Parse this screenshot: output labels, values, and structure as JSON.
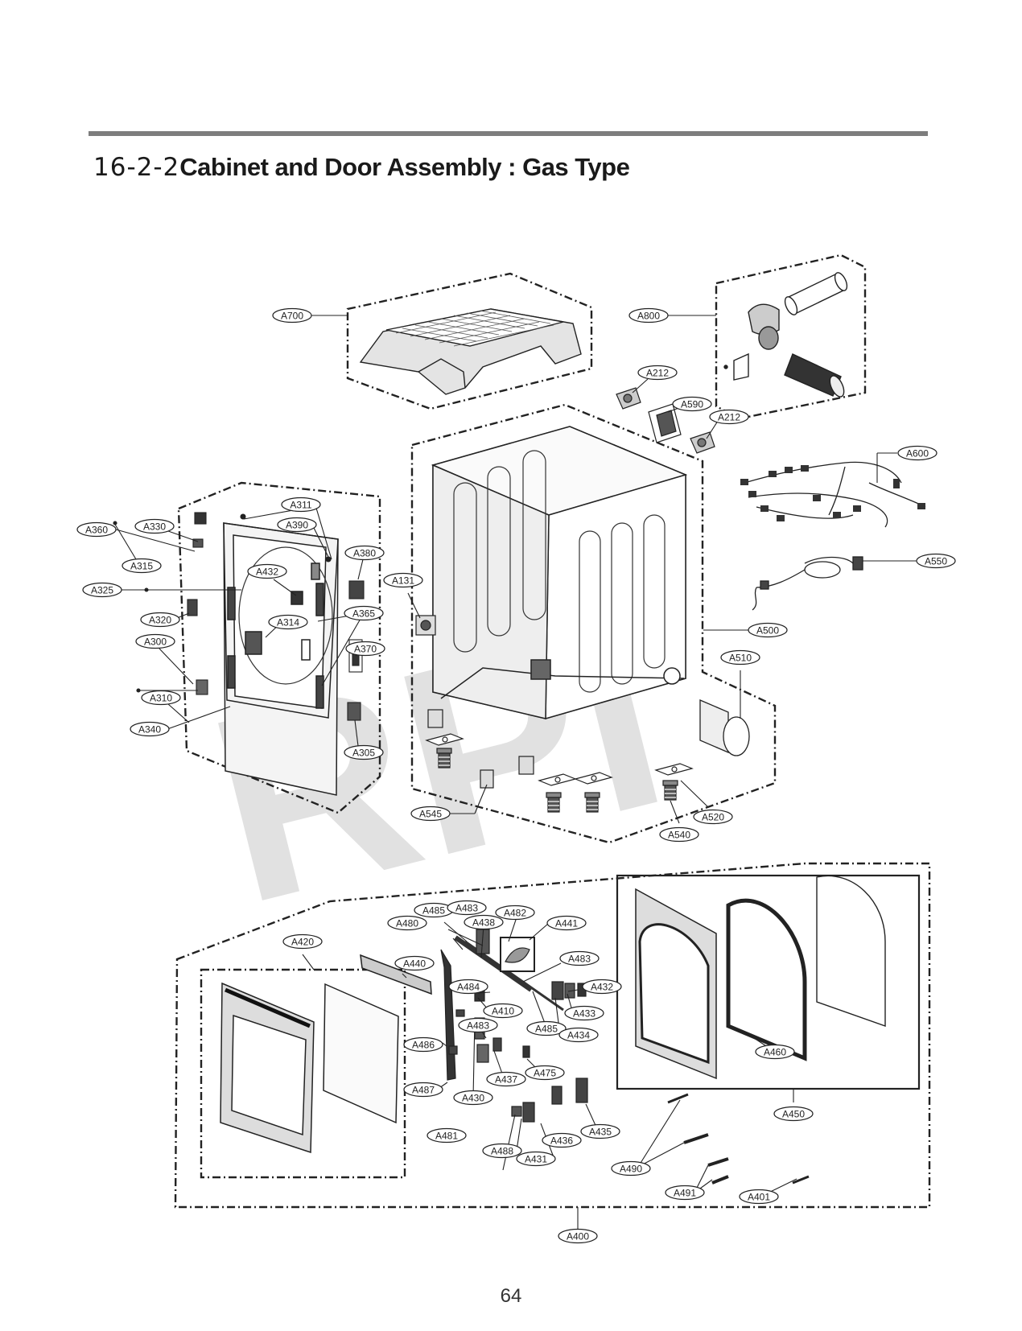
{
  "heading": {
    "number": "16-2-2",
    "title": "Cabinet and Door Assembly : Gas Type"
  },
  "page_number": "64",
  "watermark": "RPI",
  "colors": {
    "rule": "#7d7d7d",
    "line": "#222222",
    "watermark": "#dddddd"
  },
  "callouts": {
    "a700": "A700",
    "a800": "A800",
    "a212a": "A212",
    "a590": "A590",
    "a212b": "A212",
    "a600": "A600",
    "a550": "A550",
    "a500": "A500",
    "a510": "A510",
    "a520": "A520",
    "a540": "A540",
    "a545": "A545",
    "a131": "A131",
    "a311": "A311",
    "a390": "A390",
    "a380": "A380",
    "a360": "A360",
    "a330": "A330",
    "a315": "A315",
    "a325": "A325",
    "a432a": "A432",
    "a320": "A320",
    "a314": "A314",
    "a365": "A365",
    "a300": "A300",
    "a370": "A370",
    "a310": "A310",
    "a340": "A340",
    "a305": "A305",
    "a485a": "A485",
    "a483a": "A483",
    "a482": "A482",
    "a480": "A480",
    "a438": "A438",
    "a441": "A441",
    "a420": "A420",
    "a440": "A440",
    "a483b": "A483",
    "a484": "A484",
    "a432b": "A432",
    "a410": "A410",
    "a433": "A433",
    "a483c": "A483",
    "a485b": "A485",
    "a434": "A434",
    "a486": "A486",
    "a475": "A475",
    "a437": "A437",
    "a487": "A487",
    "a430": "A430",
    "a435": "A435",
    "a481": "A481",
    "a436": "A436",
    "a488": "A488",
    "a431": "A431",
    "a460": "A460",
    "a450": "A450",
    "a490": "A490",
    "a491": "A491",
    "a401": "A401",
    "a400": "A400"
  }
}
